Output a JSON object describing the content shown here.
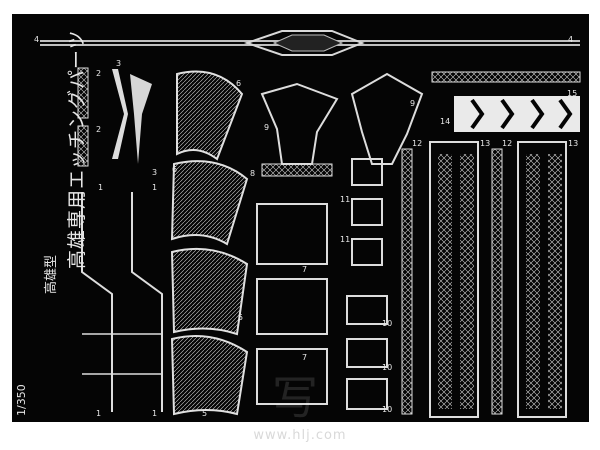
{
  "product": {
    "kit_title": "高雄専用エッチングパーツ",
    "ship_name": "高雄型",
    "scale": "1/350",
    "watermark_glyph": "写",
    "site_url": "www.hlj.com"
  },
  "colors": {
    "sheet": "#050505",
    "metal": "#d8d8d8",
    "metal_dark": "#9a9a9a"
  },
  "part_numbers": [
    {
      "id": "p4a",
      "label": "4"
    },
    {
      "id": "p4b",
      "label": "4"
    },
    {
      "id": "p2a",
      "label": "2"
    },
    {
      "id": "p2b",
      "label": "2"
    },
    {
      "id": "p3a",
      "label": "3"
    },
    {
      "id": "p3b",
      "label": "3"
    },
    {
      "id": "p6a",
      "label": "6"
    },
    {
      "id": "p6b",
      "label": "6"
    },
    {
      "id": "p9a",
      "label": "9"
    },
    {
      "id": "p9b",
      "label": "9"
    },
    {
      "id": "p15",
      "label": "15"
    },
    {
      "id": "p14",
      "label": "14"
    },
    {
      "id": "p12a",
      "label": "12"
    },
    {
      "id": "p13a",
      "label": "13"
    },
    {
      "id": "p12b",
      "label": "12"
    },
    {
      "id": "p13b",
      "label": "13"
    },
    {
      "id": "p8",
      "label": "8"
    },
    {
      "id": "p11a",
      "label": "11"
    },
    {
      "id": "p11b",
      "label": "11"
    },
    {
      "id": "p1a",
      "label": "1"
    },
    {
      "id": "p1b",
      "label": "1"
    },
    {
      "id": "p7a",
      "label": "7"
    },
    {
      "id": "p7b",
      "label": "7"
    },
    {
      "id": "p5a",
      "label": "5"
    },
    {
      "id": "p5b",
      "label": "5"
    },
    {
      "id": "p10a",
      "label": "10"
    },
    {
      "id": "p10b",
      "label": "10"
    },
    {
      "id": "p10c",
      "label": "10"
    },
    {
      "id": "p1c",
      "label": "1"
    },
    {
      "id": "p1d",
      "label": "1"
    }
  ]
}
